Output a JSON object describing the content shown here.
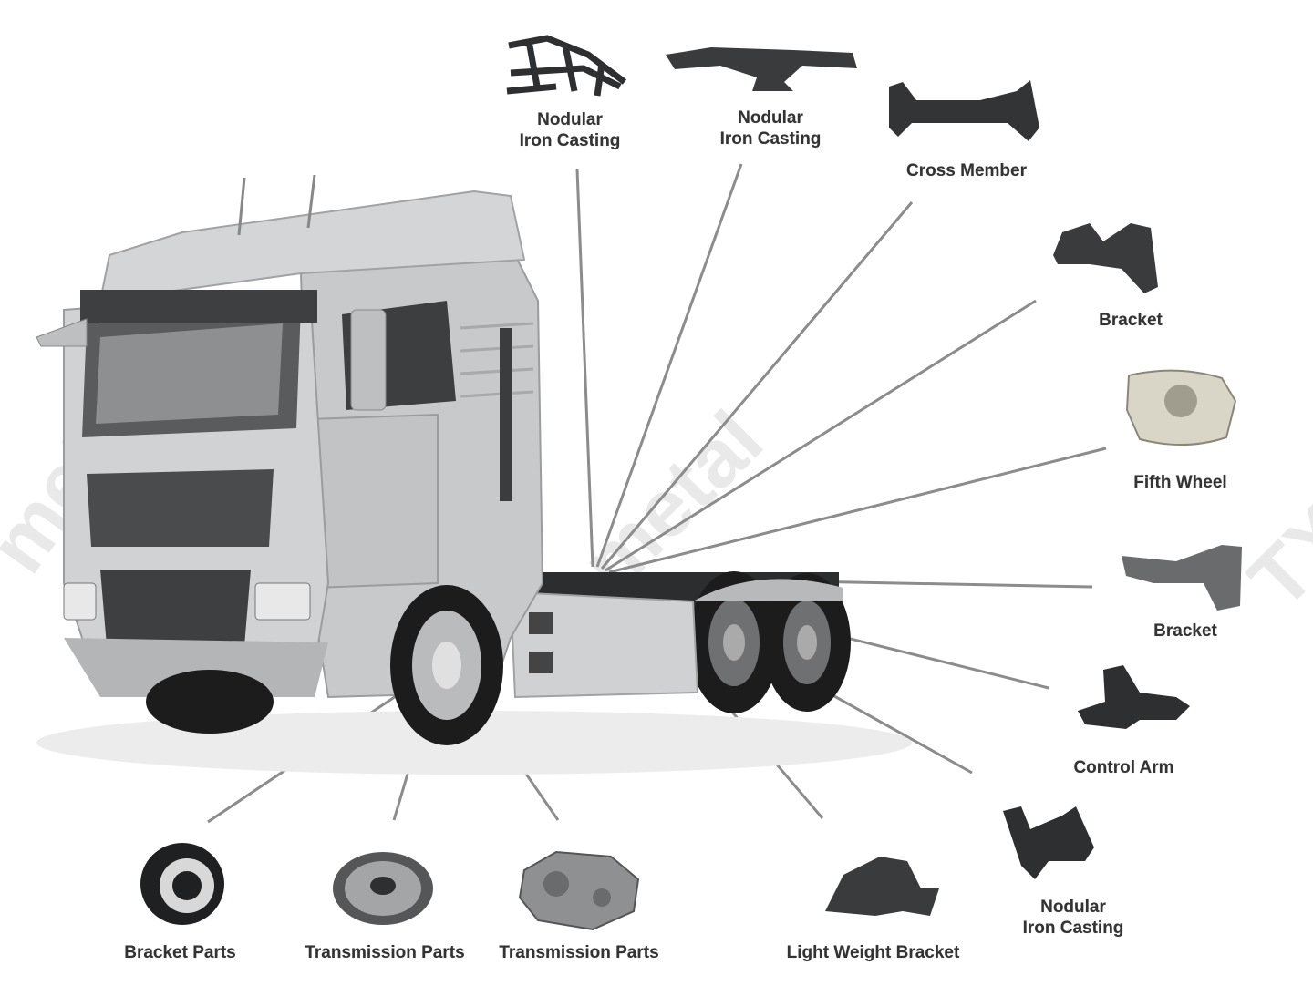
{
  "watermarks": [
    "metal",
    "metal",
    "TX"
  ],
  "callouts": [
    {
      "id": "top-casting-1",
      "lines": [
        "Nodular",
        "Iron Casting"
      ],
      "icon": "frame-casting-icon"
    },
    {
      "id": "top-casting-2",
      "lines": [
        "Nodular",
        "Iron Casting"
      ],
      "icon": "beam-casting-icon"
    },
    {
      "id": "cross-member",
      "lines": [
        "Cross Member"
      ],
      "icon": "cross-member-icon"
    },
    {
      "id": "bracket-1",
      "lines": [
        "Bracket"
      ],
      "icon": "bracket-icon"
    },
    {
      "id": "fifth-wheel",
      "lines": [
        "Fifth Wheel"
      ],
      "icon": "fifth-wheel-icon"
    },
    {
      "id": "bracket-2",
      "lines": [
        "Bracket"
      ],
      "icon": "bracket-arm-icon"
    },
    {
      "id": "control-arm",
      "lines": [
        "Control Arm"
      ],
      "icon": "control-arm-icon"
    },
    {
      "id": "bottom-casting",
      "lines": [
        "Nodular",
        "Iron Casting"
      ],
      "icon": "casting-arm-icon"
    },
    {
      "id": "light-weight-bracket",
      "lines": [
        "Light Weight Bracket"
      ],
      "icon": "light-bracket-icon"
    },
    {
      "id": "transmission-2",
      "lines": [
        "Transmission Parts"
      ],
      "icon": "gearbox-icon"
    },
    {
      "id": "transmission-1",
      "lines": [
        "Transmission Parts"
      ],
      "icon": "turbine-icon"
    },
    {
      "id": "bracket-parts",
      "lines": [
        "Bracket Parts"
      ],
      "icon": "brake-shoe-icon"
    }
  ],
  "colors": {
    "cab": "#c9cbcd",
    "cab_dark": "#9a9c9e",
    "grille": "#4a4b4d",
    "tire": "#1c1c1c",
    "line": "#8c8c8c",
    "label": "#333333",
    "part": "#3a3b3d"
  }
}
